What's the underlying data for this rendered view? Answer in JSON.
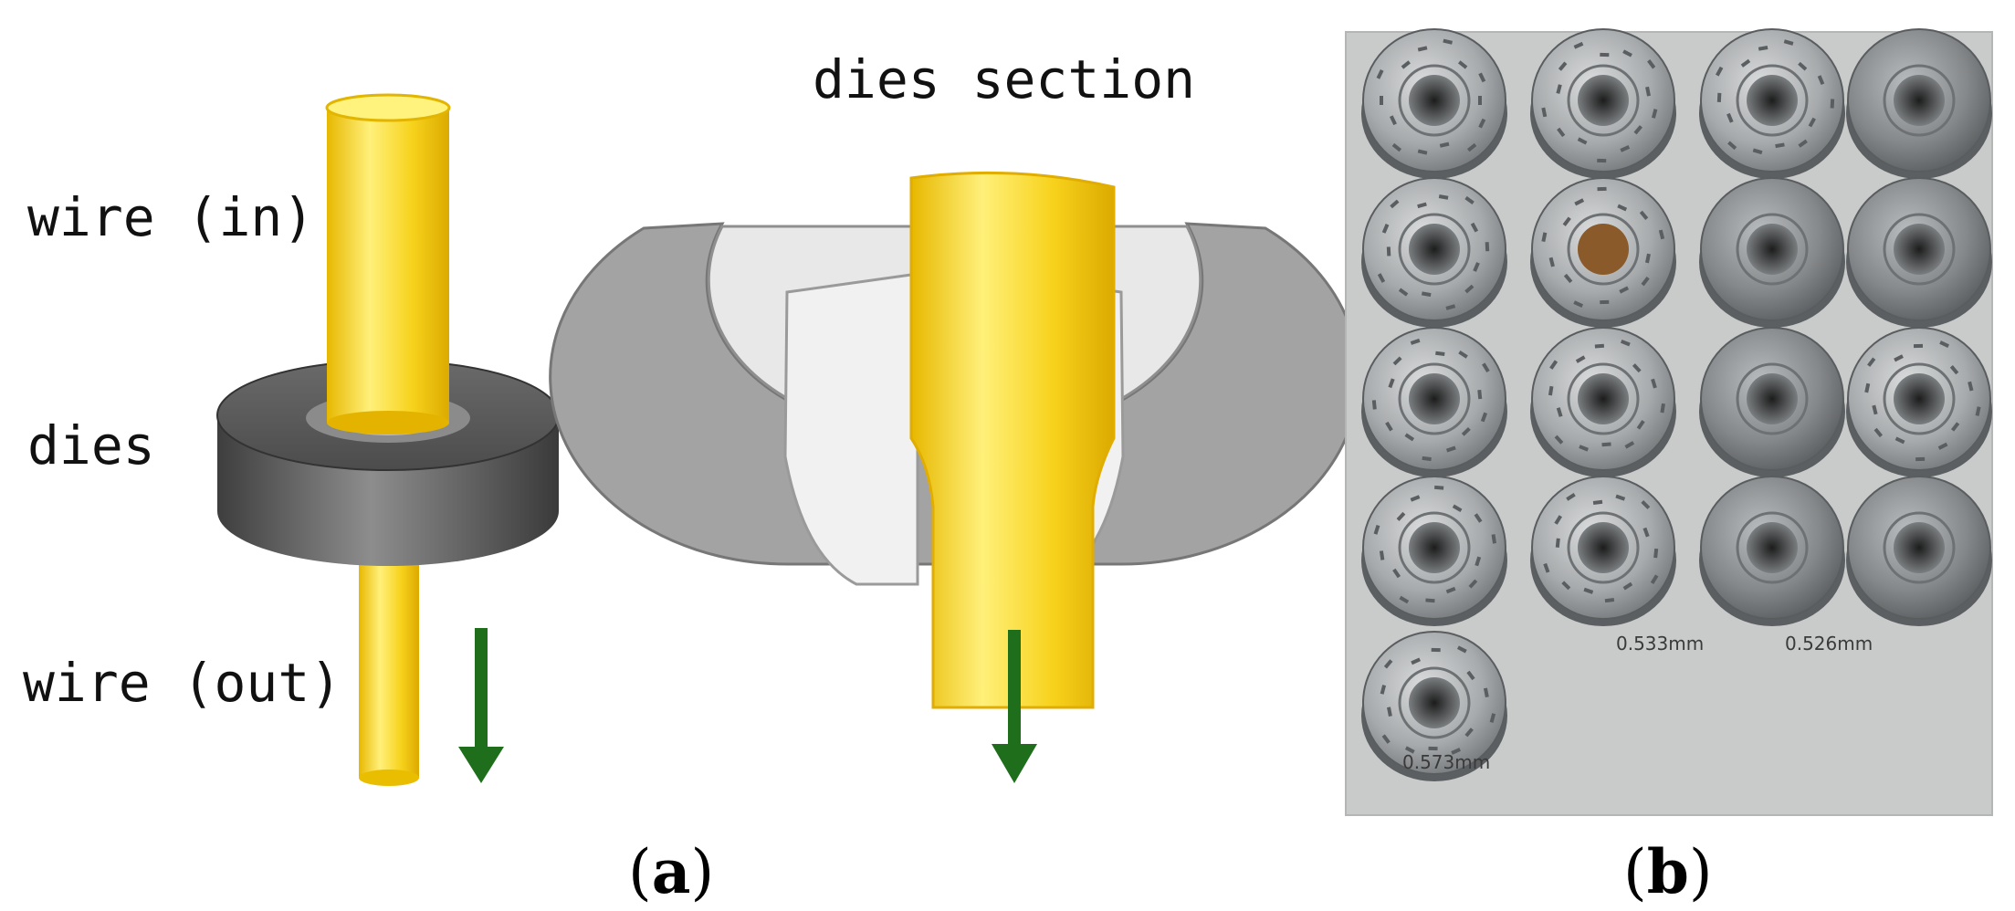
{
  "panel_a": {
    "labels": {
      "wire_in": "wire (in)",
      "dies": "dies",
      "wire_out": "wire (out)",
      "dies_section": "dies section"
    },
    "caption": {
      "open": "(",
      "letter": "a",
      "close": ")"
    }
  },
  "panel_b": {
    "die_markings": [
      "0.533mm",
      "0.526mm",
      "0.573mm"
    ],
    "caption": {
      "open": "(",
      "letter": "b",
      "close": ")"
    }
  },
  "colors": {
    "wire": "#f7d21c",
    "die": "#5c5c5c",
    "arrow": "#1f6e1c",
    "photo_bg": "#c9cbcb",
    "steel": "#9a9d9f"
  }
}
